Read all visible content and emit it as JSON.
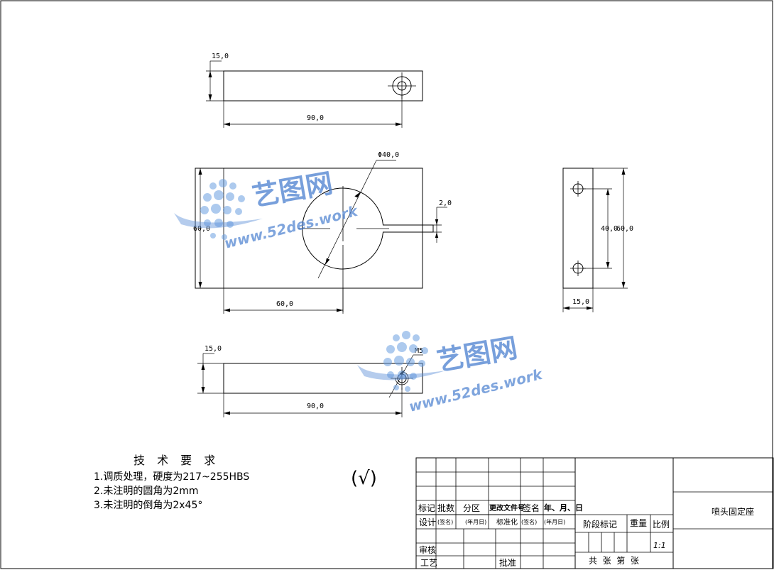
{
  "dimensions": {
    "top_height": "15,0",
    "top_length": "90,0",
    "front_diameter": "Φ40,0",
    "front_slot": "2,0",
    "front_height": "60,0",
    "front_offset": "60,0",
    "side_hole_spacing": "40,0",
    "side_height": "60,0",
    "side_width": "15,0",
    "bottom_height": "15,0",
    "bottom_thread": "M5",
    "bottom_length": "90,0"
  },
  "requirements": {
    "title": "技 术 要 求",
    "items": [
      "1.调质处理，硬度为217~255HBS",
      "2.未注明的圆角为2mm",
      "3.未注明的倒角为2x45°"
    ]
  },
  "roughness_symbol": "(√)",
  "title_block": {
    "mark": "标记",
    "count": "批数",
    "zone": "分区",
    "change_doc": "更改文件号",
    "sign": "签名",
    "date": "年、月、日",
    "design": "设计",
    "sign_placeholder": "(签名)",
    "date_placeholder": "(年月日)",
    "standardization": "标准化",
    "sign_placeholder2": "(签名)",
    "date_placeholder2": "(年月日)",
    "stage_mark": "阶段标记",
    "weight": "重量",
    "scale": "比例",
    "scale_value": "1:1",
    "review": "审核",
    "process": "工艺",
    "approve": "批准",
    "sheets": "共  张  第  张",
    "part_name": "喷头固定座"
  },
  "watermark": {
    "brand": "艺图网",
    "url": "www.52des.work"
  }
}
